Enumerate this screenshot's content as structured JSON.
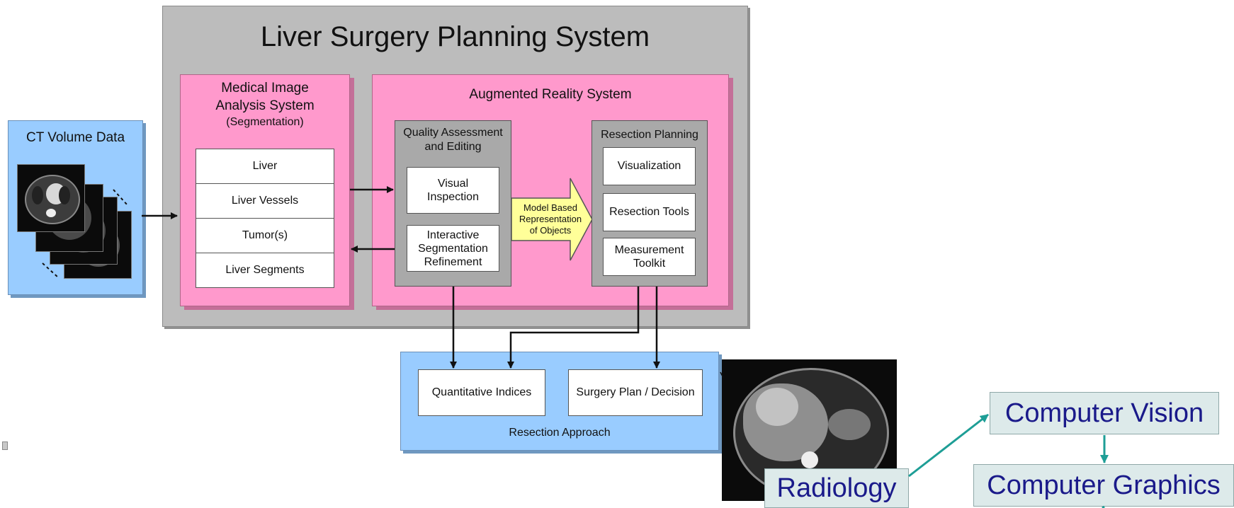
{
  "title": "Liver Surgery Planning System",
  "ct": {
    "label": "CT Volume Data"
  },
  "mias": {
    "title": "Medical Image Analysis System",
    "subtitle": "(Segmentation)",
    "items": [
      "Liver",
      "Liver Vessels",
      "Tumor(s)",
      "Liver Segments"
    ]
  },
  "ar": {
    "title": "Augmented Reality System",
    "qa": {
      "title": "Quality Assessment and Editing",
      "items": [
        "Visual Inspection",
        "Interactive Segmentation Refinement"
      ]
    },
    "model_arrow": "Model Based Representation of Objects",
    "rp": {
      "title": "Resection Planning",
      "items": [
        "Visualization",
        "Resection Tools",
        "Measurement Toolkit"
      ]
    }
  },
  "resection": {
    "label": "Resection Approach",
    "items": [
      "Quantitative Indices",
      "Surgery Plan / Decision"
    ]
  },
  "tags": {
    "radiology": "Radiology",
    "computer_vision": "Computer Vision",
    "computer_graphics": "Computer Graphics"
  },
  "colors": {
    "gray": "#bcbcbc",
    "pink": "#ff99cc",
    "blue": "#99ccff",
    "yellow": "#ffff99",
    "teal_arrow": "#1e9e96",
    "tag_text": "#1a1a8a"
  }
}
